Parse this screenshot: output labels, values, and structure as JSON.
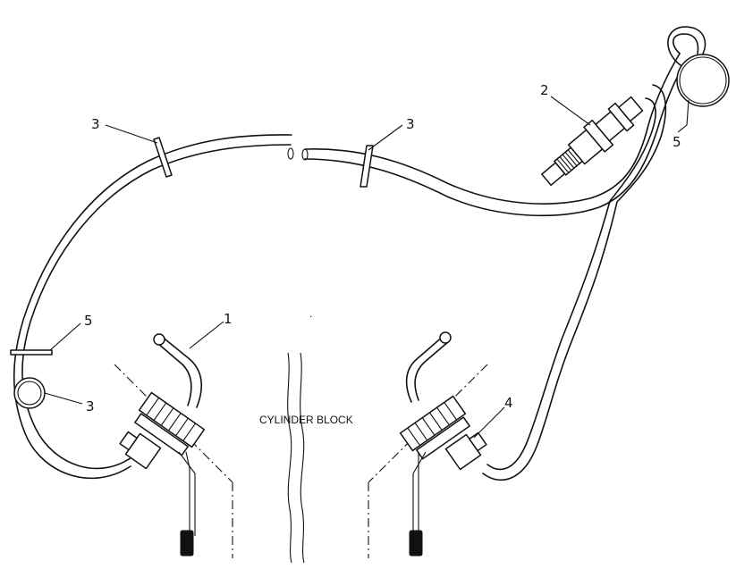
{
  "diagram": {
    "center_label": "CYLINDER BLOCK",
    "callouts": {
      "c1": "1",
      "c2": "2",
      "c3a": "3",
      "c3b": "3",
      "c3c": "3",
      "c4": "4",
      "c5a": "5",
      "c5b": "5"
    }
  }
}
